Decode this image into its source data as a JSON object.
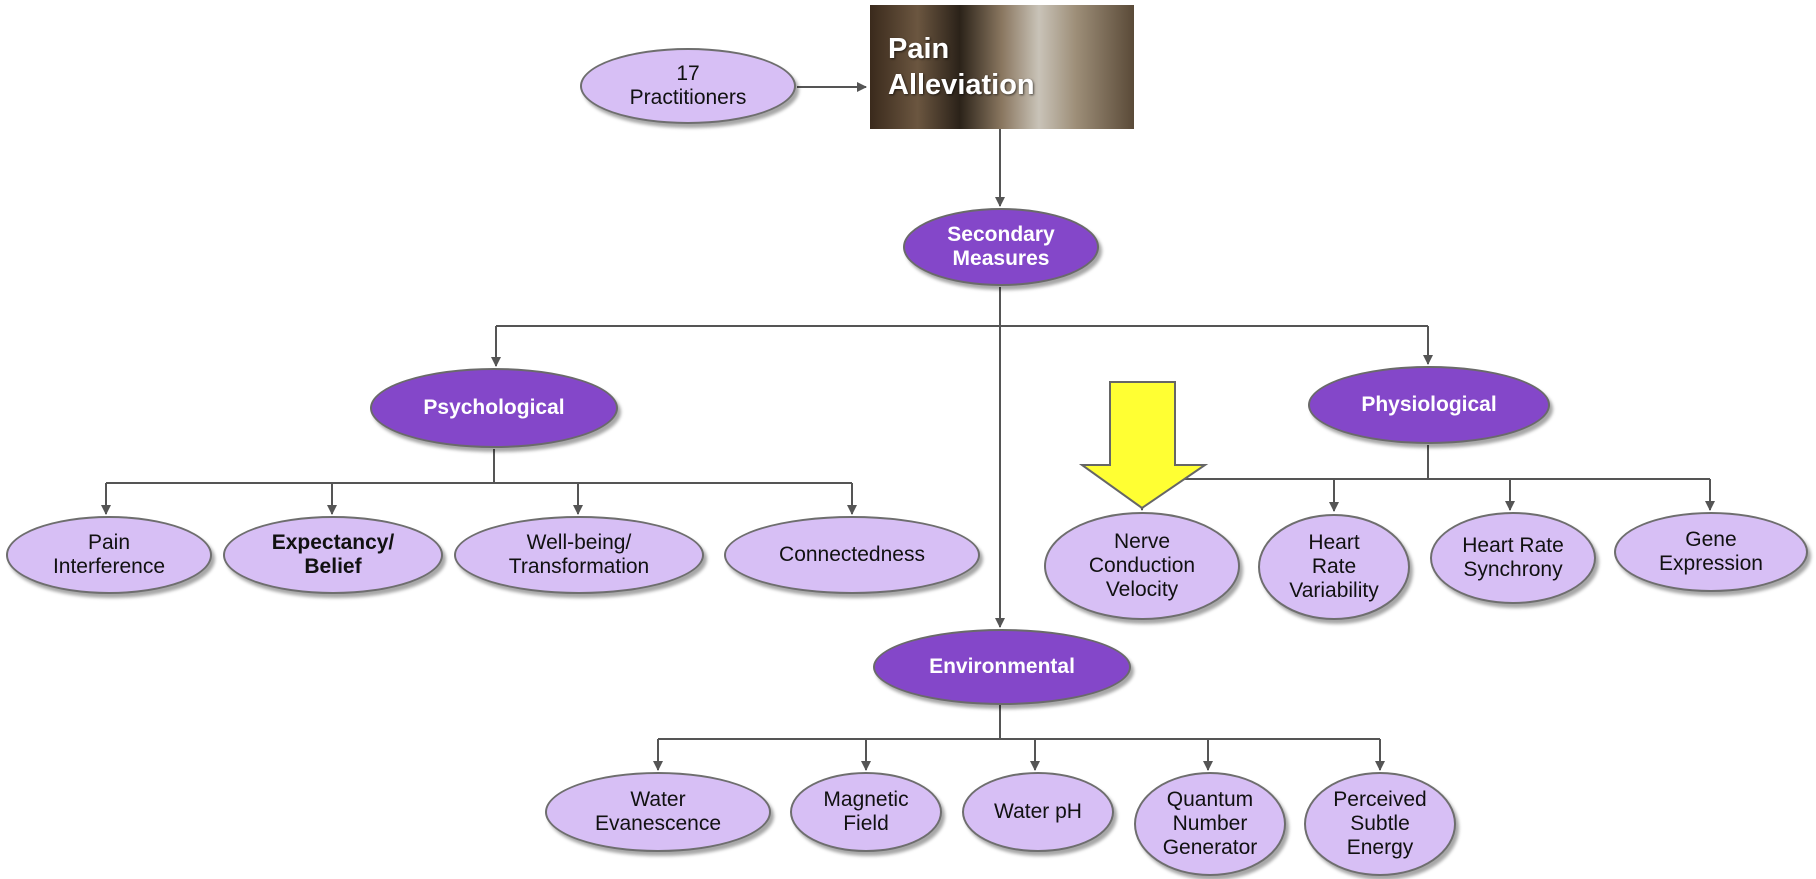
{
  "header_image": {
    "title": "Pain\nAlleviation"
  },
  "source_node": "17\nPractitioners",
  "root": "Secondary\nMeasures",
  "categories": {
    "psychological": {
      "label": "Psychological",
      "children": [
        "Pain\nInterference",
        "Expectancy/\nBelief",
        "Well-being/\nTransformation",
        "Connectedness"
      ]
    },
    "physiological": {
      "label": "Physiological",
      "children": [
        "Nerve\nConduction\nVelocity",
        "Heart\nRate\nVariability",
        "Heart Rate\nSynchrony",
        "Gene\nExpression"
      ]
    },
    "environmental": {
      "label": "Environmental",
      "children": [
        "Water\nEvanescence",
        "Magnetic\nField",
        "Water pH",
        "Quantum\nNumber\nGenerator",
        "Perceived\nSubtle\nEnergy"
      ]
    }
  },
  "highlight_arrow": {
    "color": "#ffff33",
    "target": "Nerve\nConduction\nVelocity"
  },
  "colors": {
    "light_node": "#d7bff5",
    "dark_node": "#8447c9",
    "connector": "#555555"
  }
}
